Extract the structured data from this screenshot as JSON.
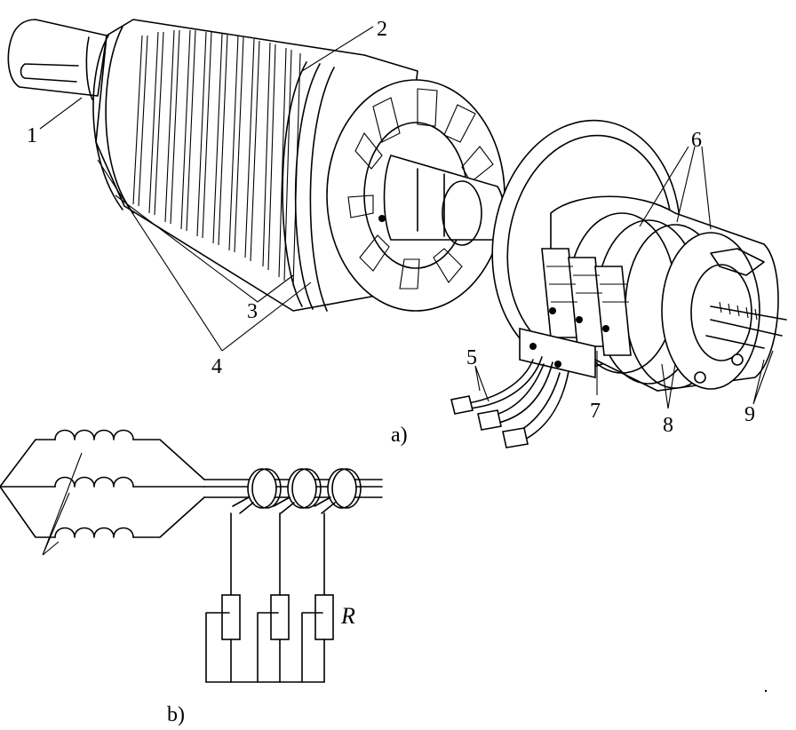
{
  "labels": {
    "part_1": "1",
    "part_2": "2",
    "part_3": "3",
    "part_4": "4",
    "part_5": "5",
    "part_6": "6",
    "part_7": "7",
    "part_8": "8",
    "part_9": "9",
    "subfig_a": "a)",
    "subfig_b": "b)",
    "resistor": "R"
  }
}
